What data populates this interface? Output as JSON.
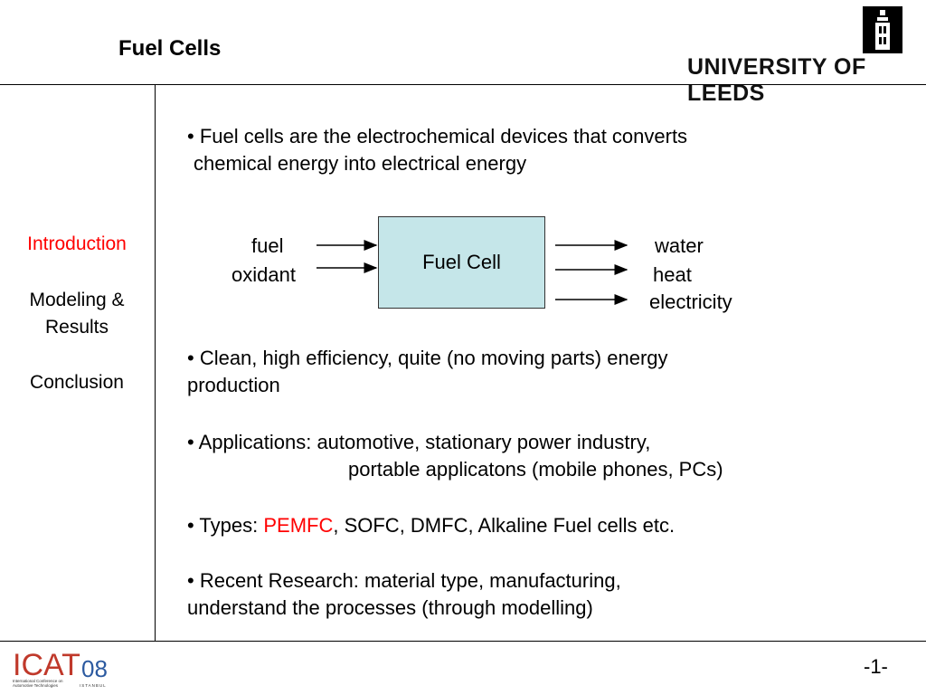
{
  "header": {
    "title": "Fuel Cells",
    "university": "UNIVERSITY OF LEEDS"
  },
  "sidebar": {
    "items": [
      {
        "label": "Introduction",
        "color": "#ff0000"
      },
      {
        "label": "Modeling &"
      },
      {
        "label": "Results"
      },
      {
        "label": "Conclusion"
      }
    ]
  },
  "bullets": {
    "b1_line1": "• Fuel cells are the electrochemical devices that converts",
    "b1_line2": "chemical energy into electrical energy",
    "b2_line1": "• Clean, high efficiency, quite (no moving parts) energy",
    "b2_line2": "production",
    "b3_line1": "• Applications:  automotive, stationary power industry,",
    "b3_line2": "portable applicatons (mobile phones, PCs)",
    "b4_prefix": "• Types: ",
    "b4_highlight": "PEMFC",
    "b4_rest1": ", SOFC",
    "b4_rest2": ", DMFC, Alkaline Fuel cells etc.",
    "b5_line1": "• Recent Research: material type, manufacturing,",
    "b5_line2": "understand the processes (through modelling)"
  },
  "diagram": {
    "box_label": "Fuel Cell",
    "inputs": [
      "fuel",
      "oxidant"
    ],
    "outputs": [
      "water",
      "heat",
      "electricity"
    ],
    "box_color": "#c5e6e9"
  },
  "footer": {
    "logo_text": "ICAT",
    "logo_year": "08",
    "logo_caption1": "International Conference on",
    "logo_caption2": "Automotive Technologies",
    "logo_city": "ISTANBUL",
    "page_number": "-1-"
  }
}
